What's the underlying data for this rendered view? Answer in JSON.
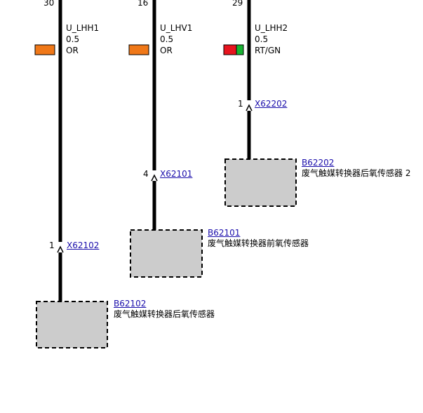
{
  "colors": {
    "wire": "#000000",
    "orange": "#f07818",
    "red": "#e8141e",
    "green": "#18b432",
    "component_fill": "#cccccc",
    "link": "#1a0dab"
  },
  "wires": [
    {
      "pin": "30",
      "signal": "U_LHH1",
      "gauge": "0.5",
      "color_code": "OR",
      "connector": {
        "pin": "1",
        "id": "X62102"
      },
      "component": {
        "id": "B62102",
        "name": "废气触媒转换器后氧传感器"
      }
    },
    {
      "pin": "16",
      "signal": "U_LHV1",
      "gauge": "0.5",
      "color_code": "OR",
      "connector": {
        "pin": "4",
        "id": "X62101"
      },
      "component": {
        "id": "B62101",
        "name": "废气触媒转换器前氧传感器"
      }
    },
    {
      "pin": "29",
      "signal": "U_LHH2",
      "gauge": "0.5",
      "color_code": "RT/GN",
      "connector": {
        "pin": "1",
        "id": "X62202"
      },
      "component": {
        "id": "B62202",
        "name": "废气触媒转换器后氧传感器 2"
      }
    }
  ]
}
